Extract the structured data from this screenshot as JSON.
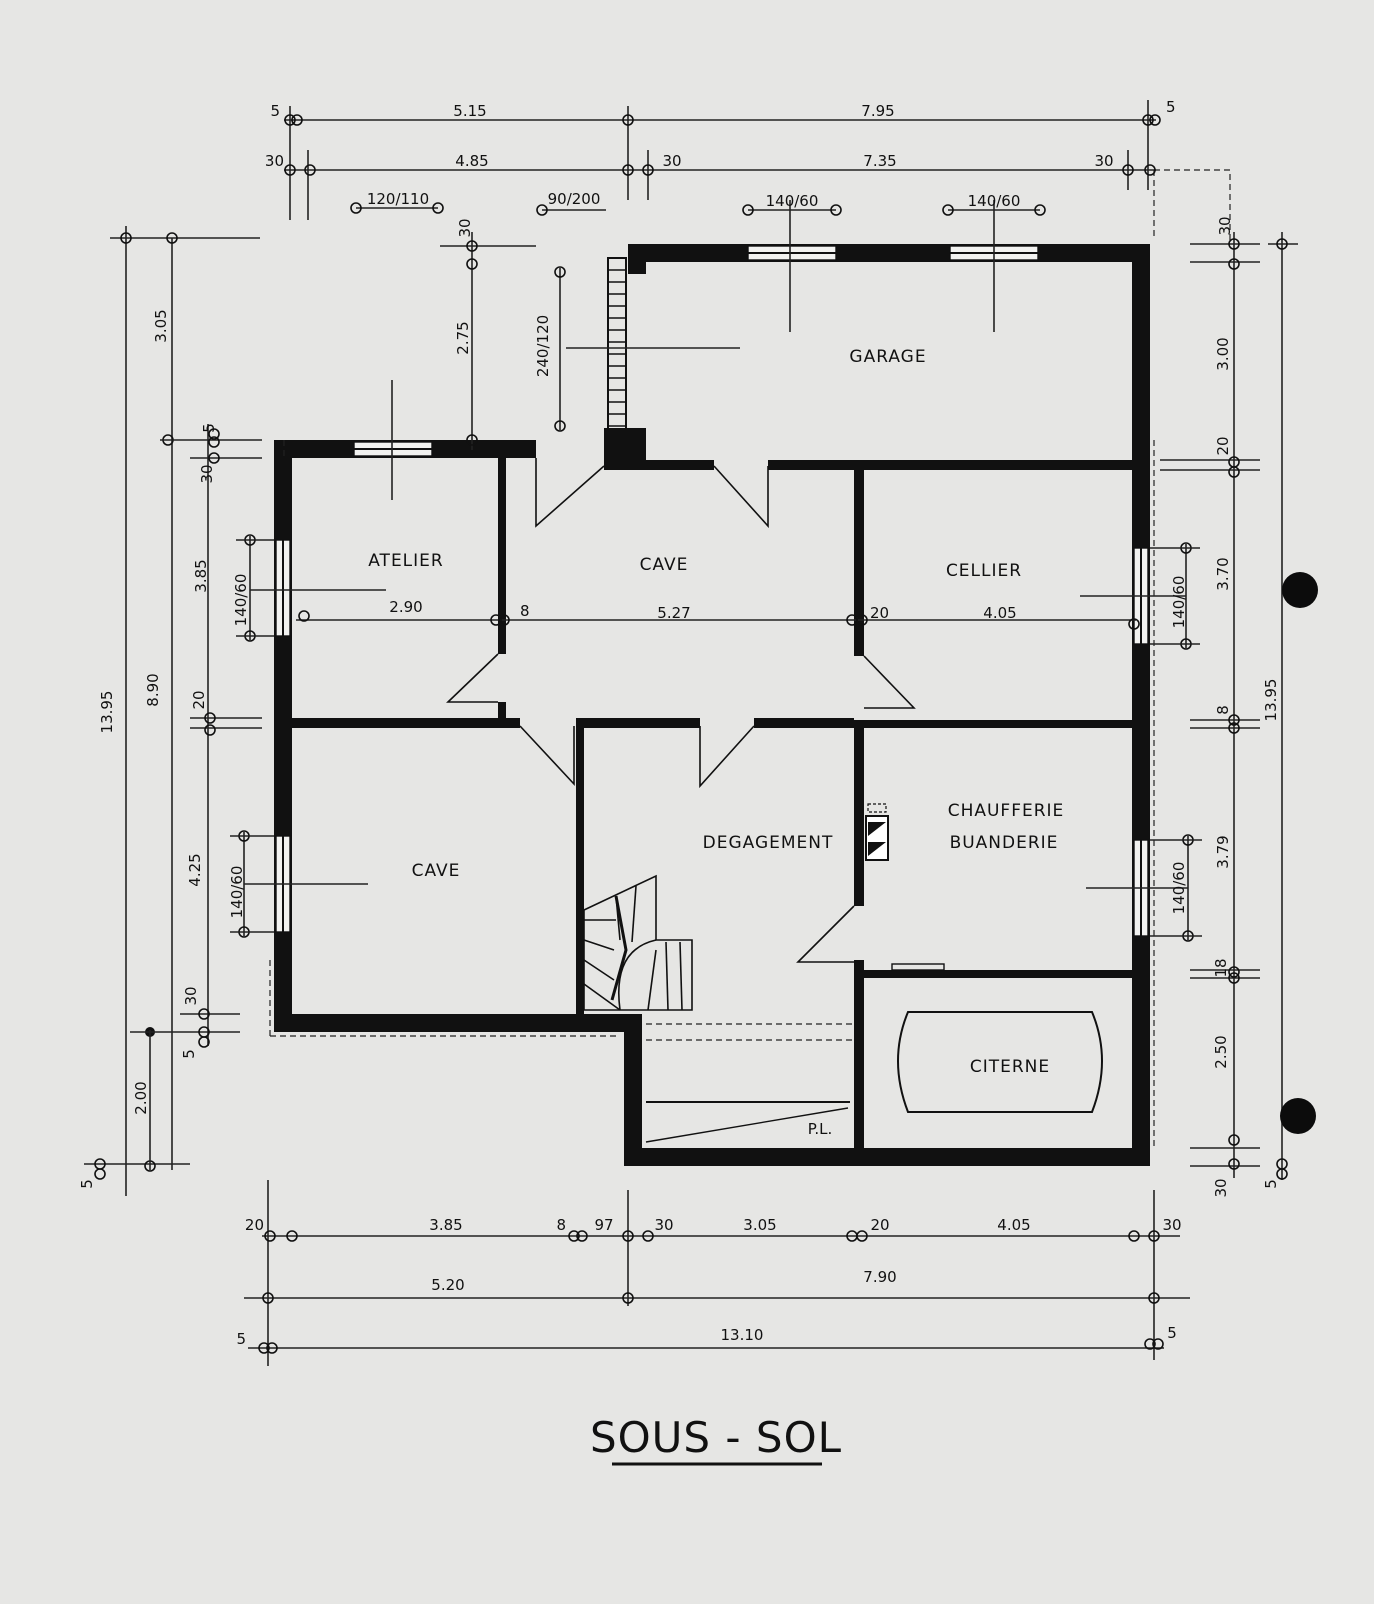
{
  "title": "SOUS - SOL",
  "rooms": {
    "garage": "GARAGE",
    "atelier": "ATELIER",
    "cave_top": "CAVE",
    "cellier": "CELLIER",
    "cave_bottom": "CAVE",
    "degagement": "DEGAGEMENT",
    "chaufferie_line1": "CHAUFFERIE",
    "chaufferie_line2": "BUANDERIE",
    "citerne": "CITERNE",
    "pl": "P.L."
  },
  "dims": {
    "top": {
      "r1": [
        "5",
        "5.15",
        "7.95",
        "5"
      ],
      "r2": [
        "30",
        "4.85",
        "30",
        "7.35",
        "30"
      ],
      "openings": [
        "120/110",
        "90/200",
        "140/60",
        "140/60"
      ]
    },
    "bottom": {
      "r1": [
        "20",
        "3.85",
        "8",
        "97",
        "30",
        "3.05",
        "20",
        "4.05",
        "30"
      ],
      "r2": [
        "5.20",
        "7.90"
      ],
      "r3": [
        "5",
        "13.10",
        "5"
      ]
    },
    "left": {
      "outer": [
        "13.95",
        "5"
      ],
      "mid": [
        "3.05",
        "8.90",
        "2.00"
      ],
      "inner": [
        "5",
        "30",
        "3.85",
        "20",
        "4.25",
        "30",
        "5"
      ],
      "openings": [
        "140/60",
        "140/60"
      ],
      "stair": [
        "30",
        "2.75",
        "240/120"
      ]
    },
    "right": {
      "inner": [
        "30",
        "3.00",
        "20",
        "3.70",
        "8",
        "3.79",
        "18",
        "2.50",
        "30"
      ],
      "outer": [
        "13.95",
        "5"
      ],
      "openings": [
        "140/60",
        "140/60"
      ]
    },
    "interior": [
      "2.90",
      "8",
      "5.27",
      "20",
      "4.05"
    ]
  }
}
